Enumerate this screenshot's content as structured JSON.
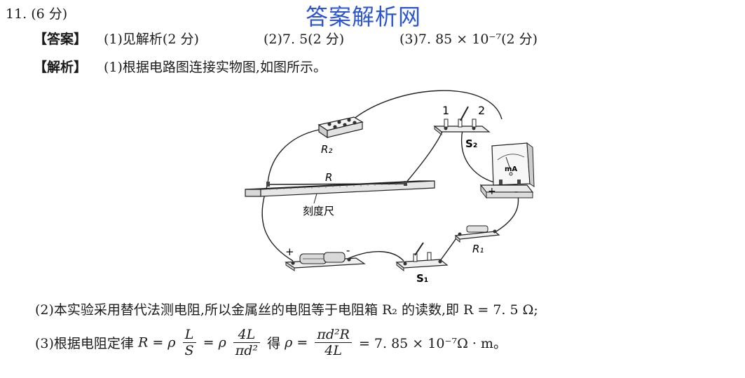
{
  "question": {
    "number": "11. (6 分)",
    "answer_label": "【答案】",
    "answer_parts": [
      "(1)见解析(2 分)",
      "(2)7. 5(2 分)",
      "(3)7. 85 × 10⁻⁷(2 分)"
    ],
    "analysis_label": "【解析】",
    "analysis_line1": "(1)根据电路图连接实物图,如图所示。",
    "analysis_line2": "(2)本实验采用替代法测电阻,所以金属丝的电阻等于电阻箱 R₂ 的读数,即 R = 7. 5 Ω;",
    "line3": {
      "prefix": "(3)根据电阻定律 ",
      "R": "R",
      "eq": " = ",
      "rho": "ρ",
      "f1_num": "L",
      "f1_den": "S",
      "f2_num": "4L",
      "f2_den": "πd²",
      "de": "得 ",
      "rho2": "ρ",
      "f3_num": "πd²R",
      "f3_den": "4L",
      "result": " = 7. 85 × 10⁻⁷Ω · m。"
    }
  },
  "watermark": "答案解析网",
  "diagram": {
    "labels": {
      "R2": "R₂",
      "R": "R",
      "ruler": "刻度尺",
      "switch_pos1": "1",
      "switch_pos2": "2",
      "S2": "S₂",
      "meter_unit": "mA",
      "meter_plus": "+",
      "meter_minus": "-",
      "R1": "R₁",
      "battery_plus": "+",
      "battery_minus": "-",
      "S1": "S₁"
    }
  }
}
